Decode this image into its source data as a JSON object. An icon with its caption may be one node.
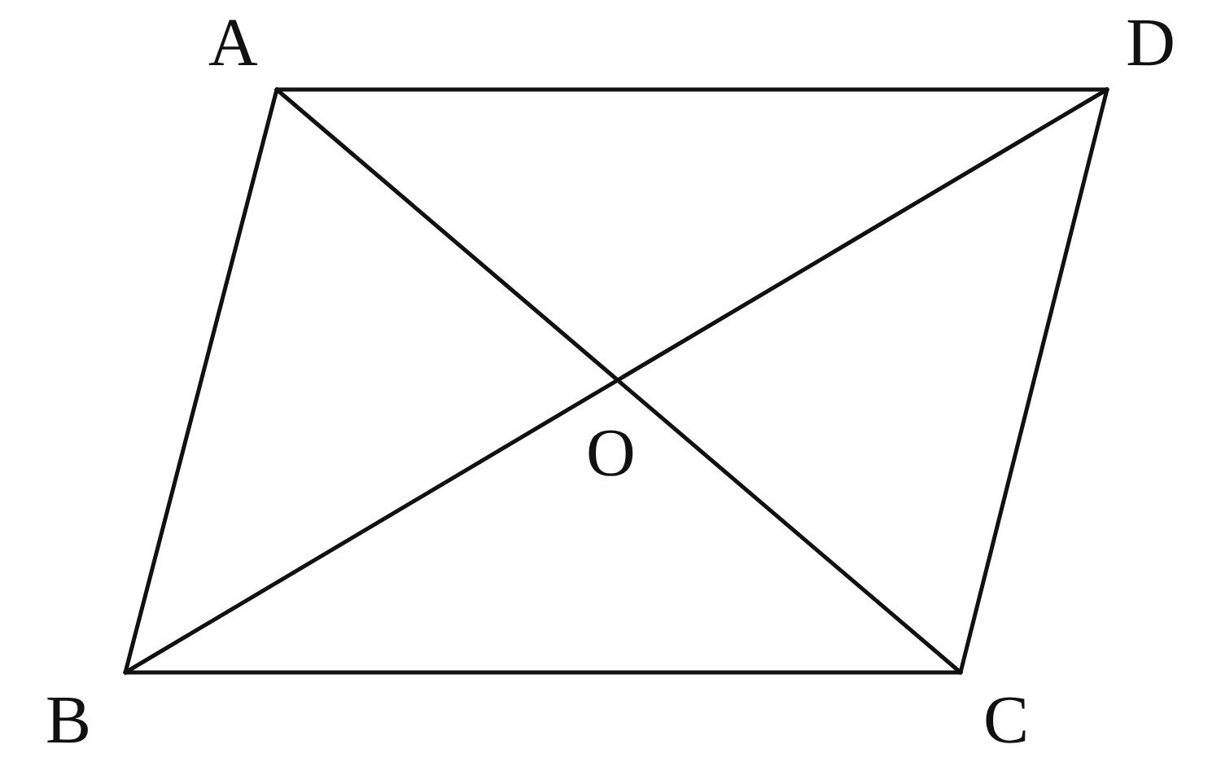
{
  "diagram": {
    "nodes": [
      {
        "text": [
          "A"
        ]
      },
      {
        "text": [
          "B"
        ]
      },
      {
        "text": [
          "C"
        ]
      },
      {
        "text": [
          "D"
        ]
      }
    ],
    "edges": [
      {
        "from": 0,
        "to": 3,
        "arrow": "none"
      },
      {
        "from": 0,
        "to": 1,
        "arrow": "none"
      },
      {
        "from": 1,
        "to": 2,
        "arrow": "none"
      },
      {
        "from": 2,
        "to": 3,
        "arrow": "none"
      },
      {
        "from": 0,
        "to": 2,
        "arrow": "none"
      },
      {
        "from": 1,
        "to": 3,
        "arrow": "none"
      }
    ],
    "labels": [
      "O"
    ]
  }
}
